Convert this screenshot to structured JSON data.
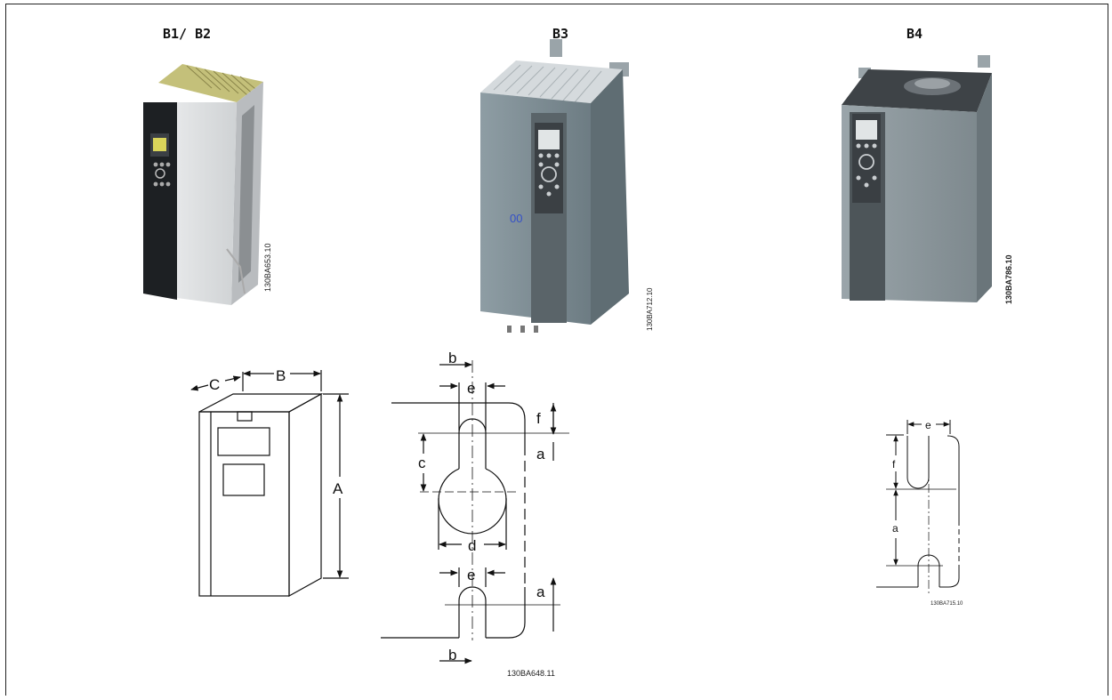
{
  "units": {
    "b1b2": {
      "title": "B1/ B2",
      "code": "130BA653.10"
    },
    "b3": {
      "title": "B3",
      "code": "130BA712.10",
      "lcp_badge": "00"
    },
    "b4": {
      "title": "B4",
      "code": "130BA786.10"
    }
  },
  "outline_drawing": {
    "dim_a": "A",
    "dim_b": "B",
    "dim_c": "C"
  },
  "keyhole_drawing": {
    "dim_a": "a",
    "dim_a_lower": "a",
    "dim_b_top": "b",
    "dim_b_bottom": "b",
    "dim_c": "c",
    "dim_d": "d",
    "dim_e_top": "e",
    "dim_e_lower": "e",
    "dim_f": "f",
    "code": "130BA648.11"
  },
  "slot_drawing": {
    "dim_a": "a",
    "dim_e": "e",
    "dim_f": "f",
    "code": "130BA715.10"
  },
  "colors": {
    "b1_front": "#1c1f22",
    "b1_side": "#e8e9ea",
    "heatsink": "#9a9552",
    "b3_body": "#7f8f96",
    "b3_top": "#d5dadd",
    "b4_body": "#8a969b",
    "b4_top": "#3e4347",
    "lcp_screen": "#d9d45a",
    "line": "#111111"
  }
}
